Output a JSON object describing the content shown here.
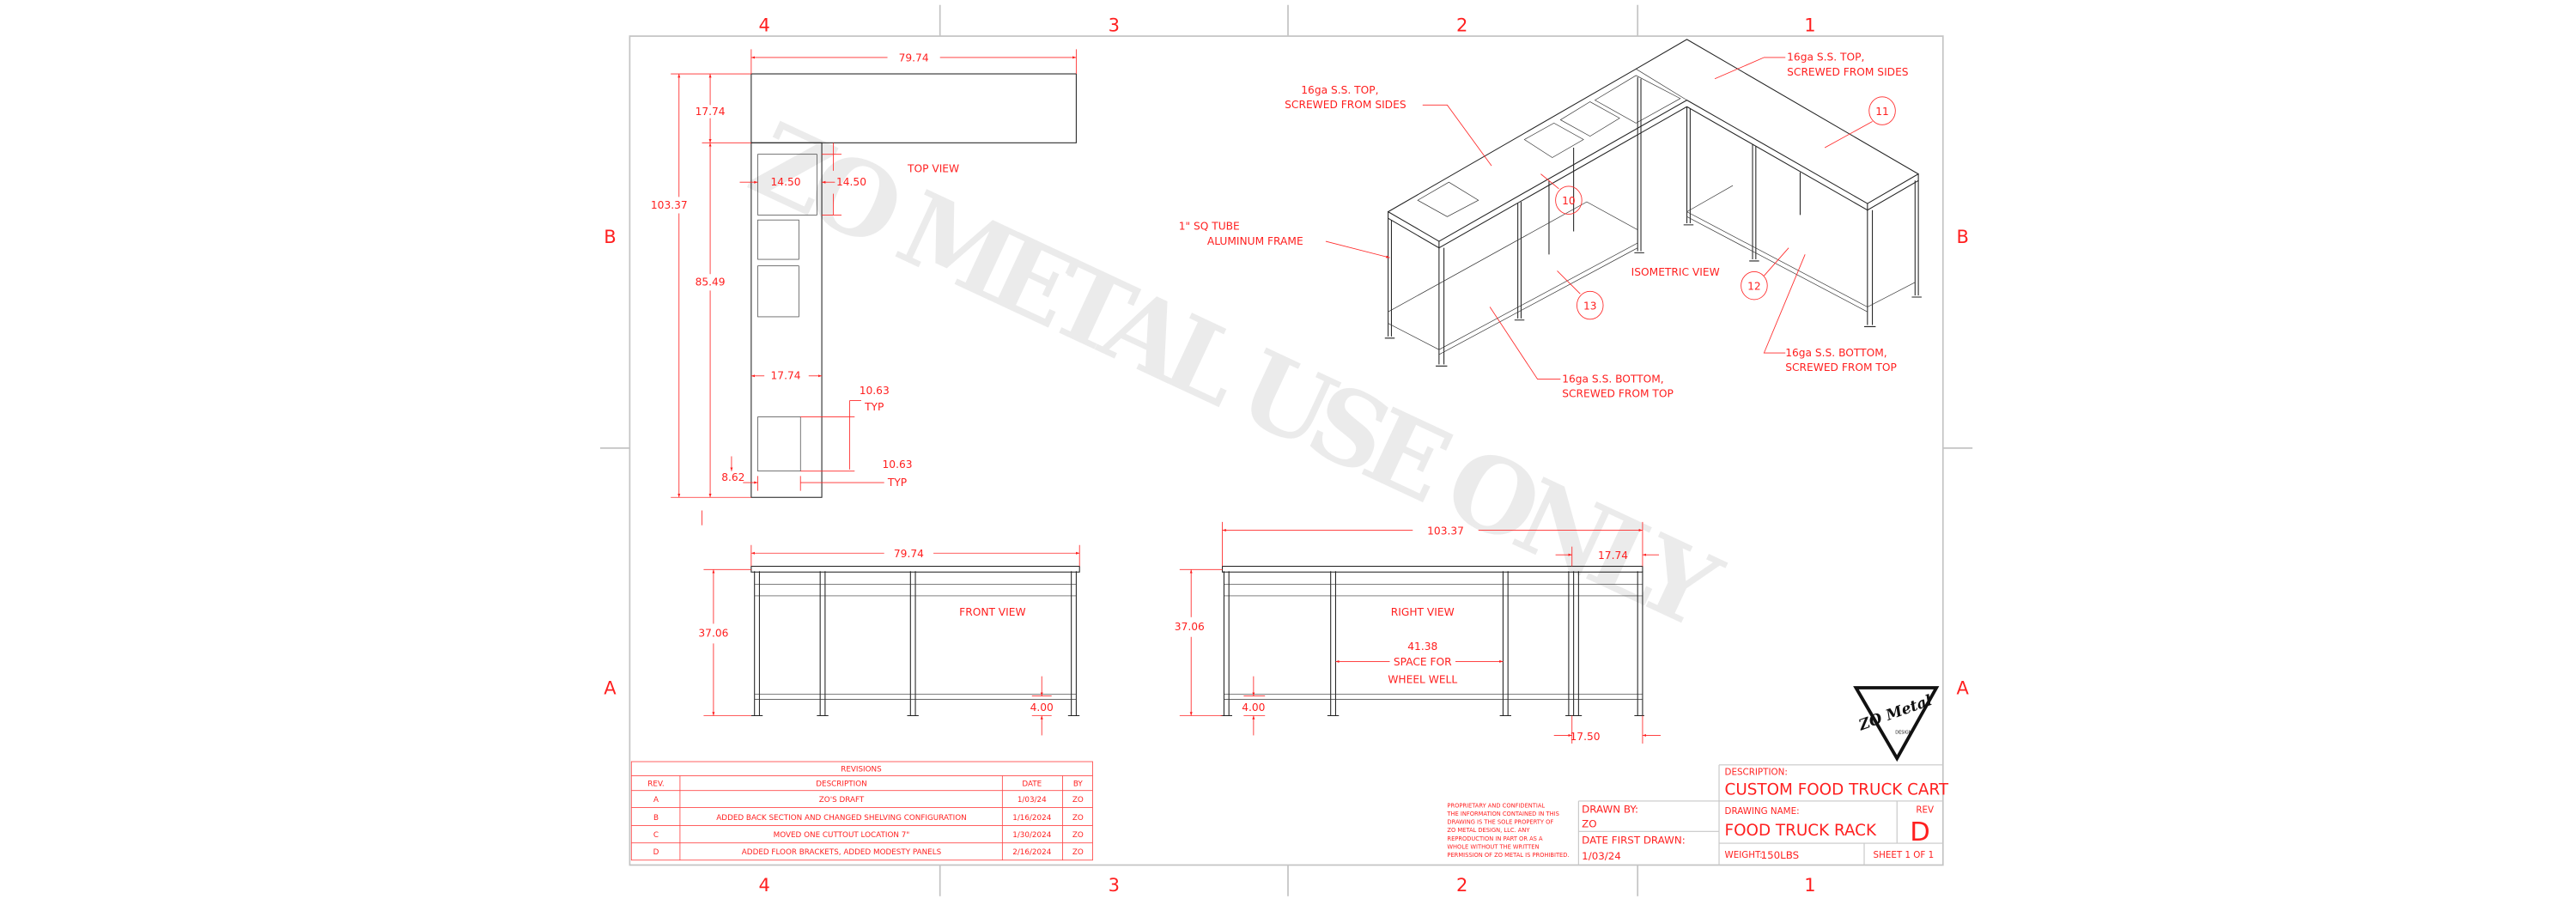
{
  "zones": {
    "columns": [
      "4",
      "3",
      "2",
      "1"
    ],
    "rows": [
      "B",
      "A"
    ]
  },
  "colors": {
    "annotation": "#ff1f1f",
    "geometry": "#222222",
    "border": "#c4c4c4"
  },
  "watermark": "ZO METAL USE ONLY",
  "top_view": {
    "title": "TOP VIEW",
    "dims": {
      "overall_width": "79.74",
      "overall_length": "103.37",
      "back_depth": "17.74",
      "leg_length": "85.49",
      "cutout_w": "14.50",
      "cutout_h": "14.50",
      "leg_width": "17.74",
      "small_cutout_1": "10.63",
      "typ_1": "TYP",
      "small_cutout_2": "10.63",
      "typ_2": "TYP",
      "offset": "8.62"
    }
  },
  "front_view": {
    "title": "FRONT VIEW",
    "dims": {
      "width": "79.74",
      "height": "37.06",
      "shelf_height": "4.00"
    }
  },
  "right_view": {
    "title": "RIGHT VIEW",
    "dims": {
      "length": "103.37",
      "back_depth": "17.74",
      "height": "37.06",
      "shelf_height": "4.00",
      "end_depth": "17.50",
      "wheel_well": "41.38"
    },
    "note_line1": "SPACE FOR",
    "note_line2": "WHEEL WELL"
  },
  "isometric_view": {
    "title": "ISOMETRIC VIEW",
    "callouts": {
      "top_left_1": "16ga S.S. TOP,",
      "top_left_2": "SCREWED FROM SIDES",
      "top_right_1": "16ga S.S. TOP,",
      "top_right_2": "SCREWED FROM SIDES",
      "frame_1": "1\" SQ TUBE",
      "frame_2": "ALUMINUM FRAME",
      "bottom_left_1": "16ga S.S. BOTTOM,",
      "bottom_left_2": "SCREWED FROM TOP",
      "bottom_right_1": "16ga S.S. BOTTOM,",
      "bottom_right_2": "SCREWED FROM TOP"
    },
    "balloons": [
      "10",
      "11",
      "12",
      "13"
    ]
  },
  "revisions": {
    "title": "REVISIONS",
    "headers": [
      "REV.",
      "DESCRIPTION",
      "DATE",
      "BY"
    ],
    "rows": [
      [
        "A",
        "ZO'S DRAFT",
        "1/03/24",
        "ZO"
      ],
      [
        "B",
        "ADDED BACK SECTION AND CHANGED SHELVING CONFIGURATION",
        "1/16/2024",
        "ZO"
      ],
      [
        "C",
        "MOVED ONE CUTTOUT LOCATION 7\"",
        "1/30/2024",
        "ZO"
      ],
      [
        "D",
        "ADDED FLOOR BRACKETS, ADDED MODESTY PANELS",
        "2/16/2024",
        "ZO"
      ]
    ]
  },
  "title_block": {
    "proprietary": [
      "PROPRIETARY AND CONFIDENTIAL",
      "THE INFORMATION CONTAINED IN THIS",
      "DRAWING IS THE SOLE PROPERTY OF",
      "ZO METAL DESIGN, LLC.  ANY",
      "REPRODUCTION IN PART OR AS A",
      "WHOLE WITHOUT THE WRITTEN",
      "PERMISSION OF ZO METAL IS PROHIBITED."
    ],
    "drawn_by_label": "DRAWN BY:",
    "drawn_by": "ZO",
    "date_label": "DATE FIRST DRAWN:",
    "date": "1/03/24",
    "description_label": "DESCRIPTION:",
    "description": "CUSTOM FOOD TRUCK CART",
    "drawing_name_label": "DRAWING NAME:",
    "drawing_name": "FOOD TRUCK RACK",
    "rev_label": "REV",
    "rev": "D",
    "weight_label": "WEIGHT:",
    "weight": "150LBS",
    "sheet": "SHEET 1 OF 1"
  },
  "logo": {
    "text": "ZO Metal",
    "subtext": "DESIGN"
  }
}
